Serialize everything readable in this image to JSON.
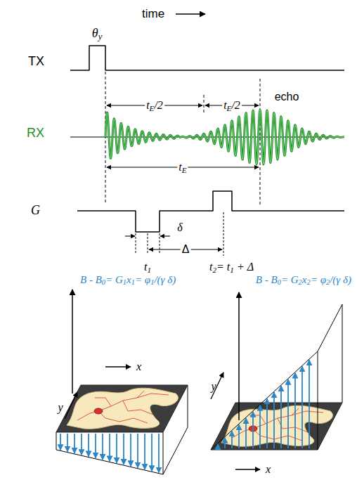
{
  "diagram": {
    "labels": [
      "TX",
      "θy",
      "time",
      "RX",
      "tE/2",
      "tE/2",
      "echo",
      "tE",
      "G",
      "δ",
      "t1",
      "Δ",
      "t2= t1 + Δ",
      "B - B0= G1x1= φ1/(γ δ)",
      "B - B0= G2x2= φ2/(γ δ)",
      "x",
      "y",
      "y",
      "x"
    ]
  }
}
